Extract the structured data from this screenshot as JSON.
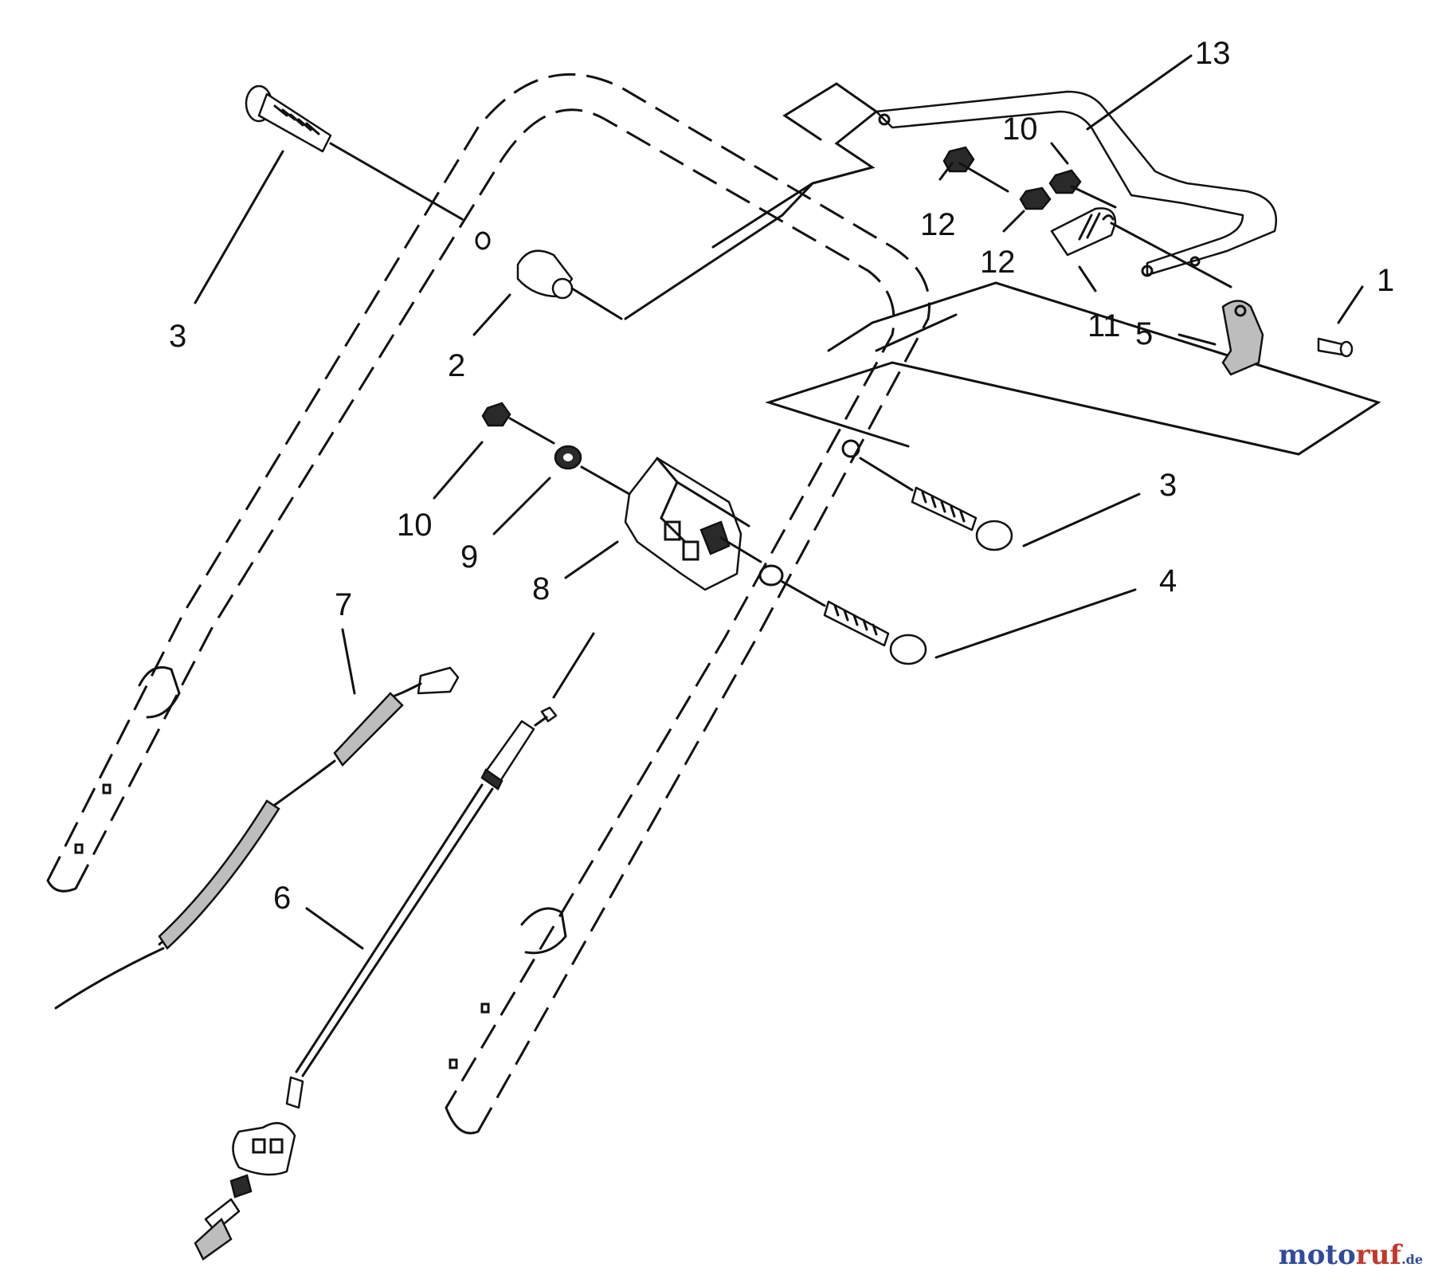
{
  "labels": {
    "l1": "1",
    "l2": "2",
    "l3a": "3",
    "l3b": "3",
    "l4": "4",
    "l5": "5",
    "l6": "6",
    "l7": "7",
    "l8": "8",
    "l9": "9",
    "l10a": "10",
    "l10b": "10",
    "l11": "11",
    "l12a": "12",
    "l12b": "12",
    "l13": "13"
  },
  "watermark": {
    "part_a": "moto",
    "part_b": "ruf",
    "part_c": ".de"
  }
}
